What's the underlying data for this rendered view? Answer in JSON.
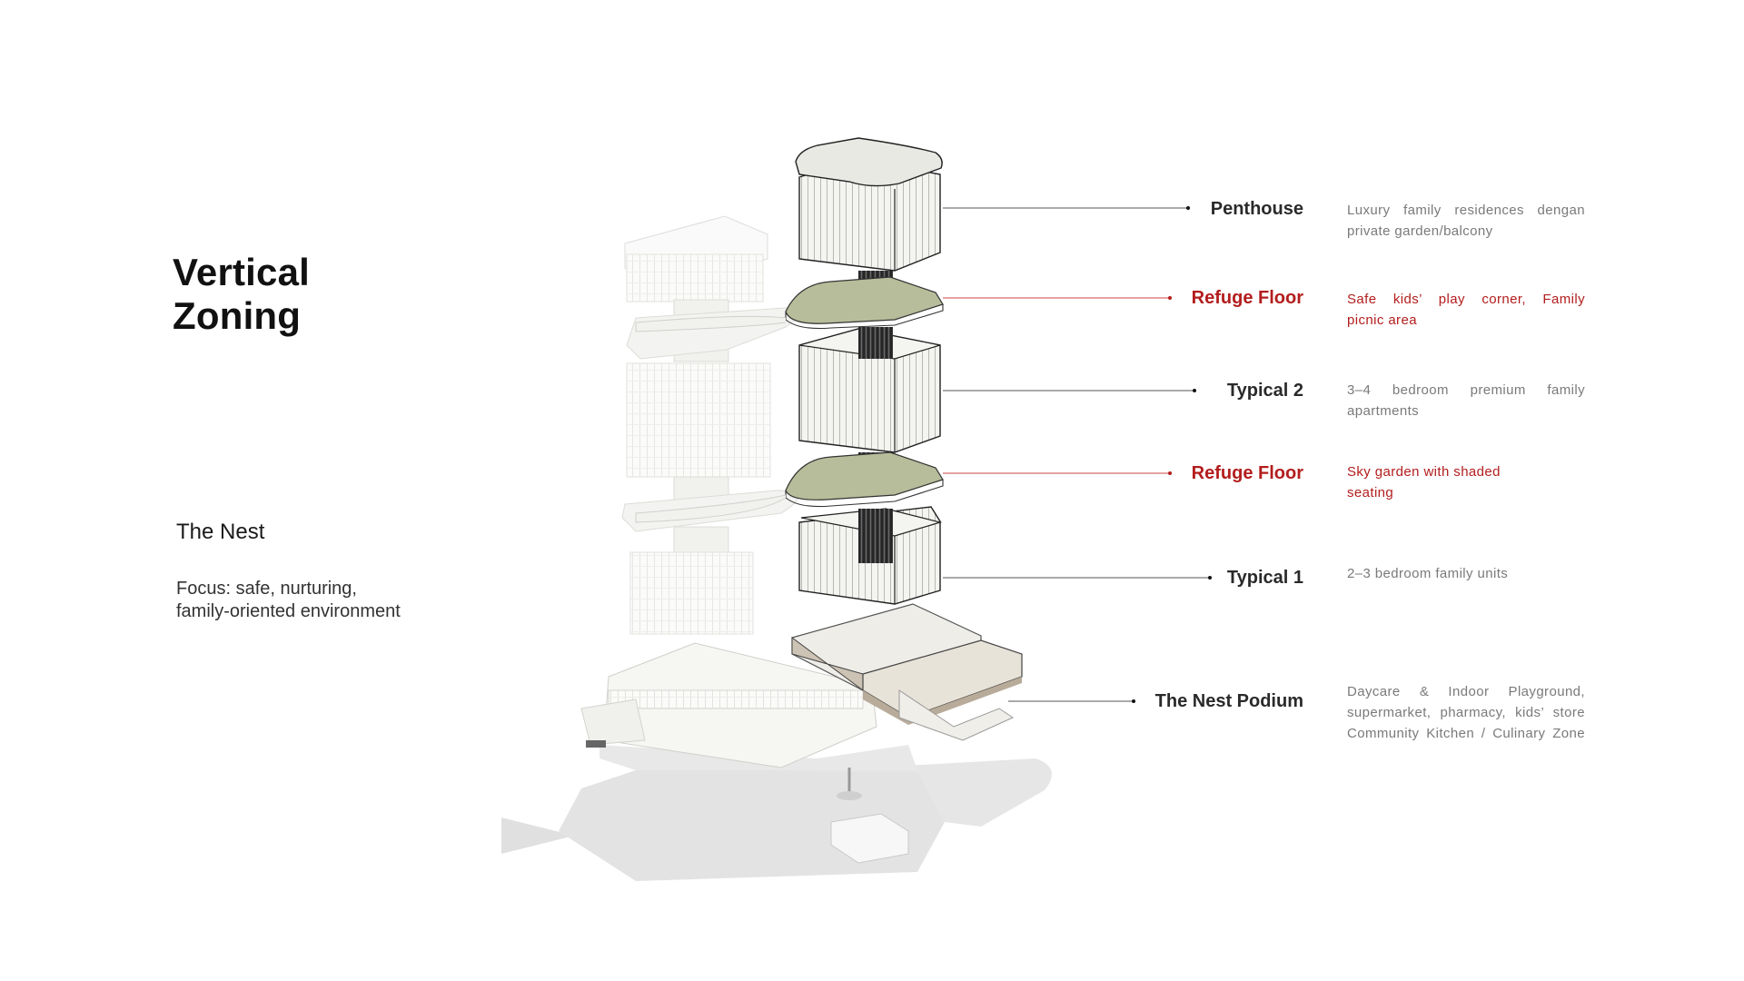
{
  "heading": {
    "line1": "Vertical",
    "line2": "Zoning"
  },
  "concept": {
    "name": "The Nest",
    "focus_line1": "Focus: safe, nurturing,",
    "focus_line2": "family-oriented environment"
  },
  "zones": [
    {
      "label": "Penthouse",
      "highlight": false,
      "desc_lines": [
        "Luxury family residences dengan",
        "private garden/balcony"
      ]
    },
    {
      "label": "Refuge Floor",
      "highlight": true,
      "desc_lines": [
        "Safe kids’ play corner, Family",
        "picnic area"
      ]
    },
    {
      "label": "Typical 2",
      "highlight": false,
      "desc_lines": [
        "3–4 bedroom premium family",
        "apartments"
      ]
    },
    {
      "label": "Refuge Floor",
      "highlight": true,
      "desc_lines": [
        "Sky garden with shaded",
        "seating"
      ]
    },
    {
      "label": "Typical 1",
      "highlight": false,
      "desc_lines": [
        "2–3 bedroom family units"
      ]
    },
    {
      "label": "The Nest Podium",
      "highlight": false,
      "desc_lines": [
        "Daycare & Indoor Playground,",
        "supermarket, pharmacy, kids’ store",
        "Community Kitchen / Culinary Zone"
      ]
    }
  ],
  "colors": {
    "accent_red": "#b31d1d",
    "garden_green": "#b7bd9a",
    "ground_gray": "#e3e3e3",
    "line_gray": "#555555"
  }
}
